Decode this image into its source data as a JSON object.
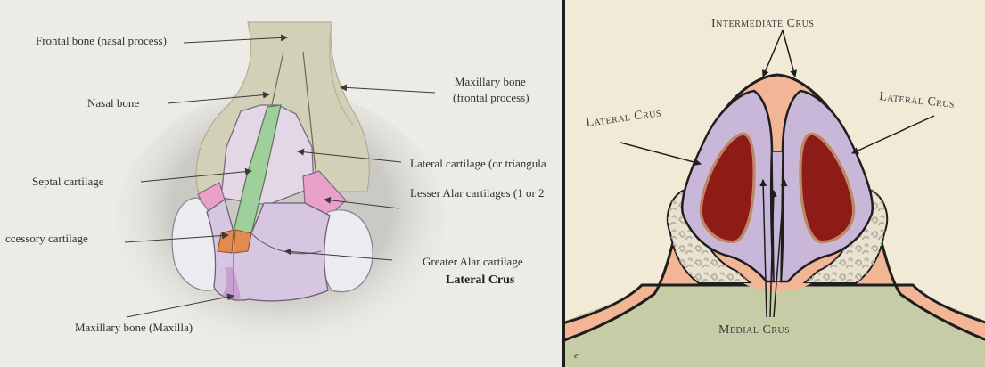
{
  "left_panel": {
    "labels": {
      "frontal_bone": "Frontal bone (nasal process)",
      "nasal_bone": "Nasal bone",
      "maxillary_frontal_line1": "Maxillary bone",
      "maxillary_frontal_line2": "(frontal process)",
      "septal_cartilage": "Septal cartilage",
      "lateral_cartilage": "Lateral cartilage (or triangula",
      "lesser_alar": "Lesser Alar cartilages (1 or 2",
      "accessory_cartilage": "ccessory cartilage",
      "greater_alar": "Greater Alar cartilage",
      "lateral_crus": "Lateral Crus",
      "maxilla": "Maxillary bone (Maxilla)"
    },
    "colors": {
      "background": "#ecebe6",
      "bone": "#d2d0b6",
      "lateral_cartilage": "#e4d6e6",
      "septal_cartilage": "#9fcf9a",
      "alar_pink": "#eaa0c8",
      "accessory_orange": "#e58a4f",
      "greater_alar": "#d6c6e2",
      "soft_tissue": "#ecebf0"
    }
  },
  "right_panel": {
    "labels": {
      "intermediate_crus": "Intermediate Crus",
      "lateral_crus_left": "Lateral Crus",
      "lateral_crus_right": "Lateral Crus",
      "medial_crus": "Medial Crus",
      "corner_letter": "e"
    },
    "colors": {
      "background": "#f1ead7",
      "skin": "#f2b697",
      "cartilage": "#c9b7da",
      "nostril": "#8e1c16",
      "fibrofatty": "#e9e2d0",
      "lip": "#c7cca6"
    }
  }
}
